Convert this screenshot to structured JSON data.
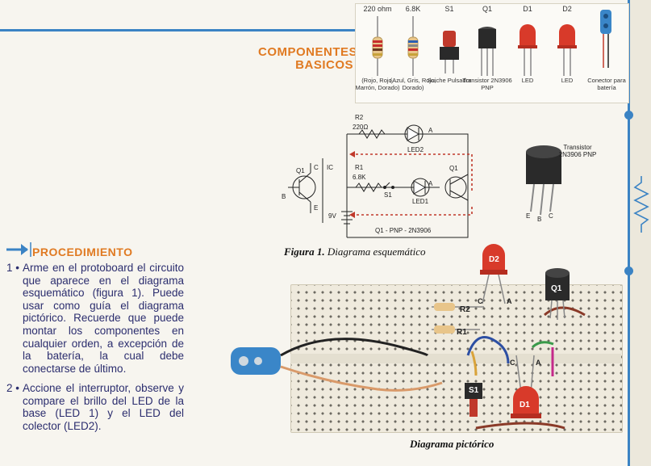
{
  "header": {
    "section_title_line1": "COMPONENTES",
    "section_title_line2": "BASICOS"
  },
  "components": [
    {
      "label": "220 ohm",
      "caption": "(Rojo, Rojo, Marrón, Dorado)"
    },
    {
      "label": "6.8K",
      "caption": "(Azul, Gris, Rojo, Dorado)"
    },
    {
      "label": "S1",
      "caption": "Suiche Pulsador"
    },
    {
      "label": "Q1",
      "caption": "Transistor 2N3906 PNP"
    },
    {
      "label": "D1",
      "caption": "LED"
    },
    {
      "label": "D2",
      "caption": "LED"
    },
    {
      "label": "",
      "caption": "Conector para batería"
    }
  ],
  "schematic": {
    "r2_label": "R2",
    "r2_value": "220Ω",
    "r1_label": "R1",
    "r1_value": "6.8K",
    "s1_label": "S1",
    "led1_label": "LED1",
    "led2_label": "LED2",
    "q1_label": "Q1",
    "battery_label": "9V",
    "ic_label": "IC",
    "bottom_label": "Q1 - PNP - 2N3906",
    "transistor_title": "Transistor 2N3906 PNP",
    "pin_e": "E",
    "pin_b": "B",
    "pin_c": "C",
    "pin_a": "A",
    "pin_k": "C"
  },
  "figure1": {
    "prefix": "Figura 1.",
    "text": "Diagrama esquemático"
  },
  "procedure": {
    "title": "PROCEDIMIENTO",
    "steps": [
      {
        "num": "1 •",
        "text": "Arme en el protoboard el circuito que aparece en el diagrama esquemático (figura 1). Puede usar como guía el diagrama pictórico. Recuerde que puede montar los componentes en cualquier orden, a excepción de la batería, la cual debe conectarse de último."
      },
      {
        "num": "2 •",
        "text": "Accione el interruptor, observe y compare el brillo del LED de la base (LED 1) y el LED del colector (LED2)."
      }
    ]
  },
  "pictorial": {
    "caption": "Diagrama pictórico",
    "labels": {
      "d2": "D2",
      "q1": "Q1",
      "r2": "R2",
      "r1": "R1",
      "s1": "S1",
      "d1": "D1",
      "c": "C",
      "a": "A"
    }
  },
  "colors": {
    "accent_blue": "#3b83c4",
    "accent_orange": "#e07a22",
    "text_navy": "#2b2d6e",
    "led_red": "#d83a2a",
    "arrow_red": "#c0392b"
  }
}
